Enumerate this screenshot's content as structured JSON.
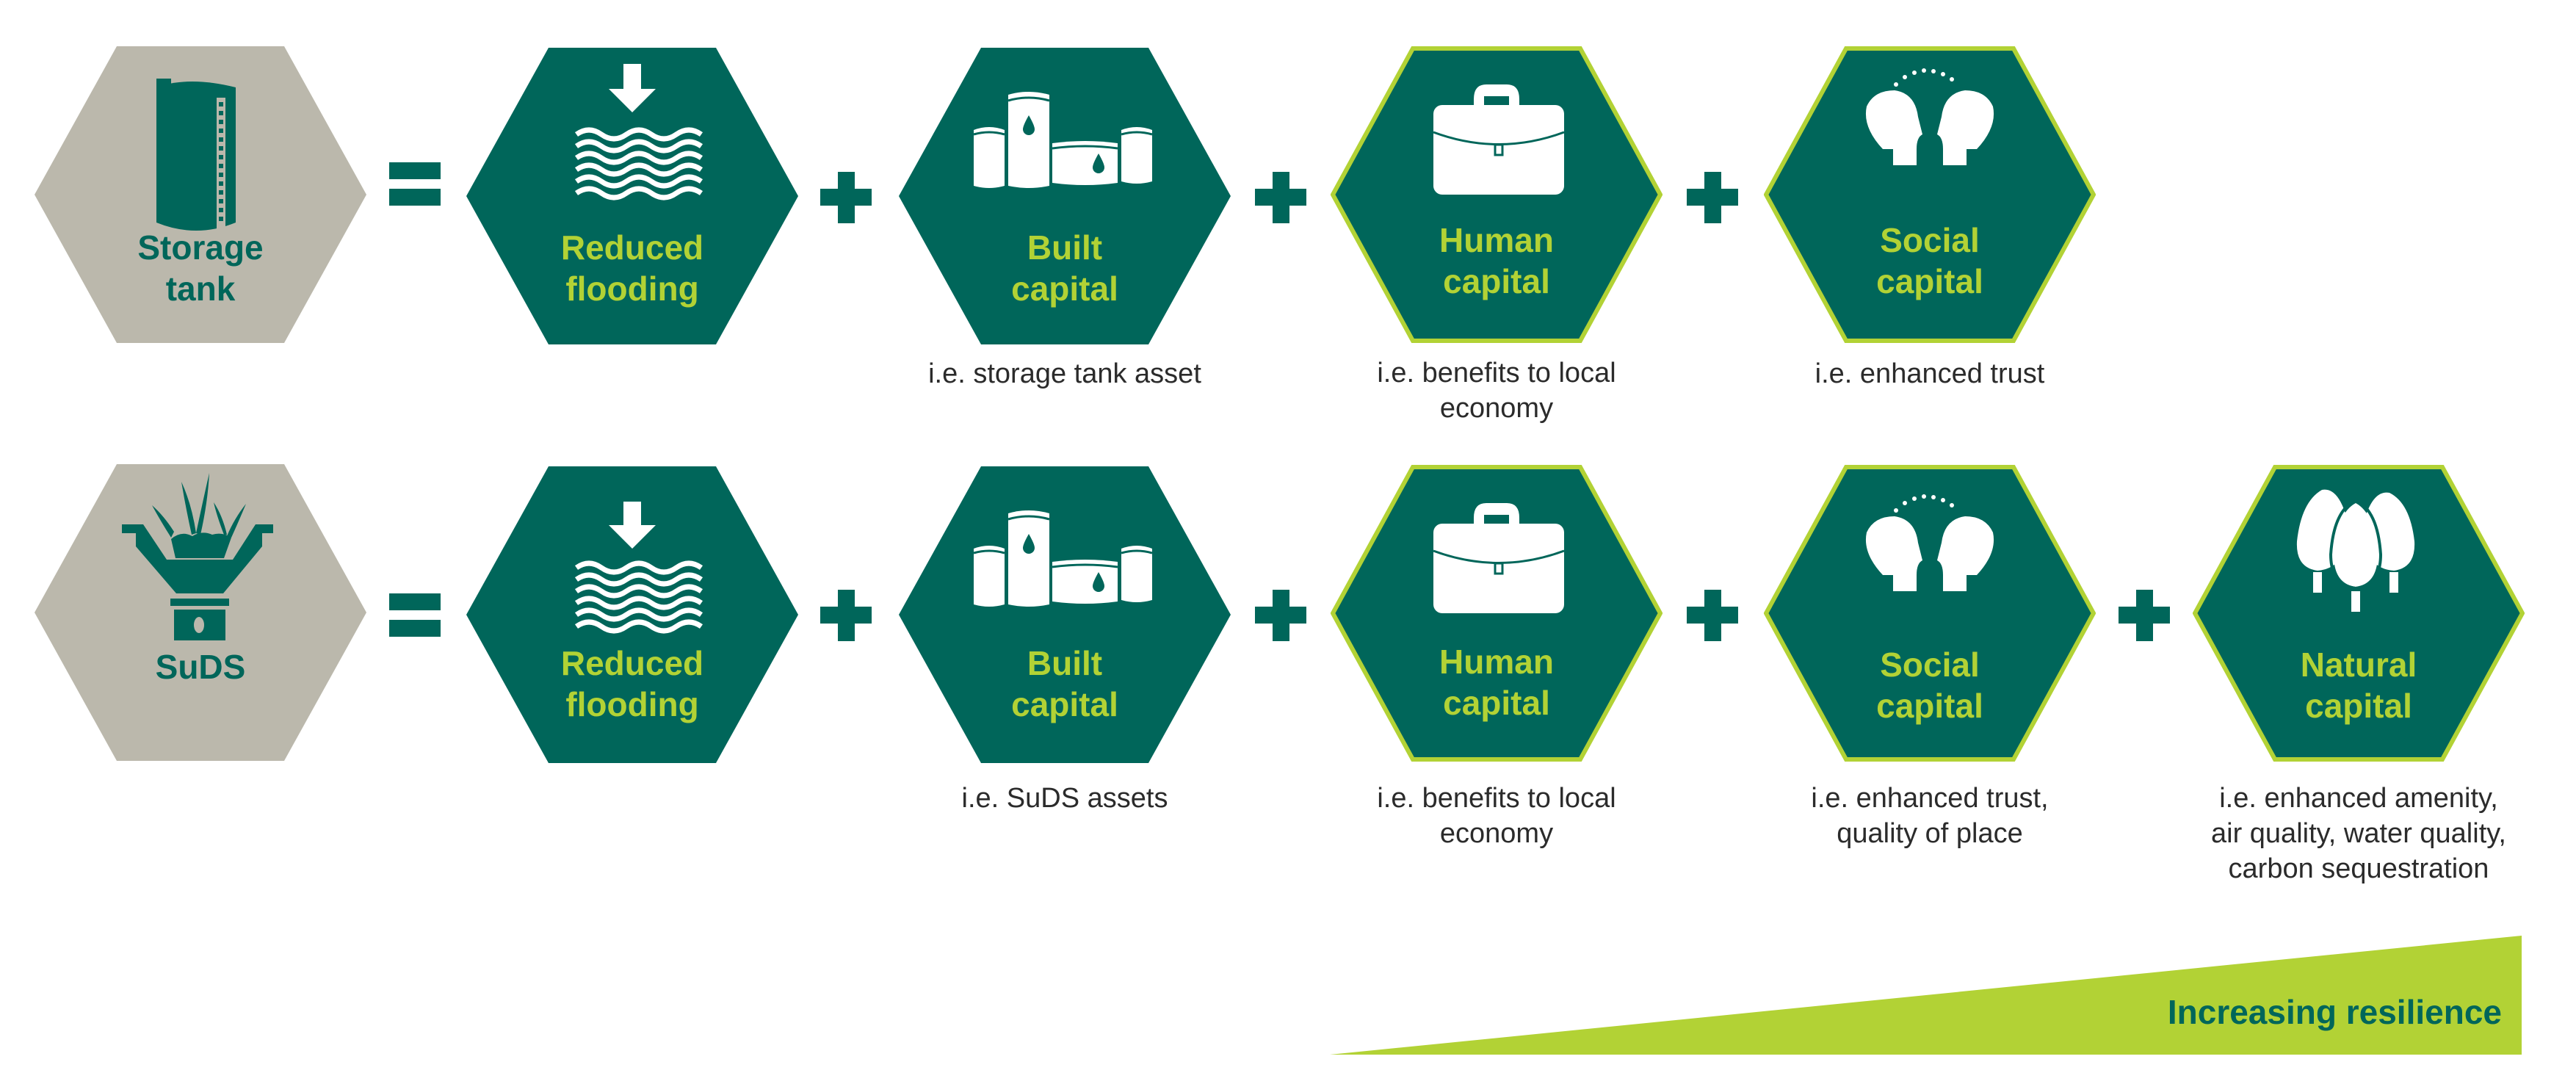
{
  "colors": {
    "teal": "#00665A",
    "lime": "#B2D235",
    "gray": "#BBB8AC",
    "caption_text": "#2b2b2b",
    "icon_white": "#ffffff"
  },
  "operators": {
    "equals": "=",
    "plus": "+"
  },
  "rows": [
    {
      "source": {
        "label_lines": [
          "Storage",
          "tank"
        ],
        "icon": "storage-tank-icon"
      },
      "items": [
        {
          "key": "reduced-flooding",
          "label_lines": [
            "Reduced",
            "flooding"
          ],
          "icon": "flood-water-arrow-icon",
          "highlighted": false,
          "caption_lines": []
        },
        {
          "key": "built-capital",
          "label_lines": [
            "Built",
            "capital"
          ],
          "icon": "storage-tanks-icon",
          "highlighted": false,
          "caption_lines": [
            "i.e. storage tank asset"
          ]
        },
        {
          "key": "human-capital",
          "label_lines": [
            "Human",
            "capital"
          ],
          "icon": "briefcase-icon",
          "highlighted": true,
          "caption_lines": [
            "i.e. benefits to local",
            "economy"
          ]
        },
        {
          "key": "social-capital",
          "label_lines": [
            "Social",
            "capital"
          ],
          "icon": "two-heads-icon",
          "highlighted": true,
          "caption_lines": [
            "i.e. enhanced trust"
          ]
        }
      ]
    },
    {
      "source": {
        "label_lines": [
          "SuDS"
        ],
        "icon": "suds-planter-icon"
      },
      "items": [
        {
          "key": "reduced-flooding",
          "label_lines": [
            "Reduced",
            "flooding"
          ],
          "icon": "flood-water-arrow-icon",
          "highlighted": false,
          "caption_lines": []
        },
        {
          "key": "built-capital",
          "label_lines": [
            "Built",
            "capital"
          ],
          "icon": "storage-tanks-icon",
          "highlighted": false,
          "caption_lines": [
            "i.e. SuDS assets"
          ]
        },
        {
          "key": "human-capital",
          "label_lines": [
            "Human",
            "capital"
          ],
          "icon": "briefcase-icon",
          "highlighted": true,
          "caption_lines": [
            "i.e. benefits to local",
            "economy"
          ]
        },
        {
          "key": "social-capital",
          "label_lines": [
            "Social",
            "capital"
          ],
          "icon": "two-heads-icon",
          "highlighted": true,
          "caption_lines": [
            "i.e. enhanced trust,",
            "quality of place"
          ]
        },
        {
          "key": "natural-capital",
          "label_lines": [
            "Natural",
            "capital"
          ],
          "icon": "trees-icon",
          "highlighted": true,
          "caption_lines": [
            "i.e. enhanced amenity,",
            "air quality, water quality,",
            "carbon sequestration"
          ]
        }
      ]
    }
  ],
  "resilience": {
    "label": "Increasing resilience"
  }
}
